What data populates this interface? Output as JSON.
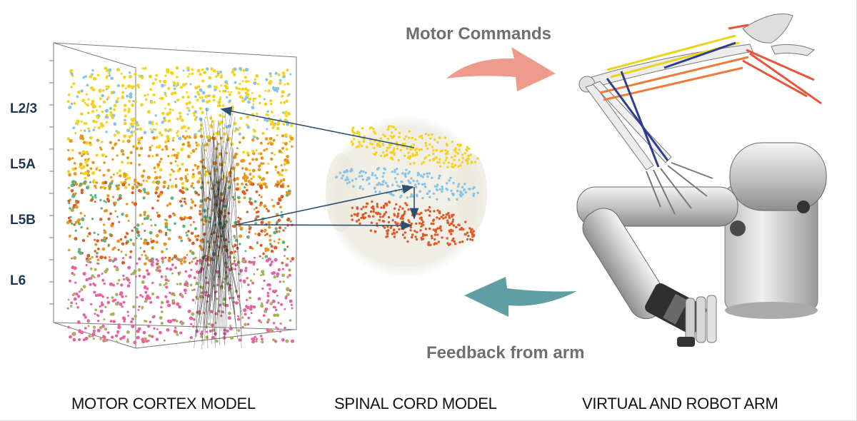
{
  "layers": [
    "L2/3",
    "L5A",
    "L5B",
    "L6"
  ],
  "flow": {
    "motor_commands": "Motor Commands",
    "feedback": "Feedback from arm"
  },
  "captions": {
    "cortex": "MOTOR CORTEX MODEL",
    "spinal": "SPINAL CORD MODEL",
    "arm": "VIRTUAL AND ROBOT ARM"
  },
  "colors": {
    "l23": "#f5d21c",
    "l5a": "#e8961e",
    "l5b_red": "#e05a28",
    "l5b_green": "#5fb37a",
    "l6_pink": "#e8629e",
    "l6_olive": "#a8b25a",
    "blue_cells": "#86c3e8",
    "connection_arrow": "#2f4f6f",
    "motor_arrow": "#ee9a8c",
    "feedback_arrow": "#5f9ea3",
    "label_text": "#1f3550"
  }
}
